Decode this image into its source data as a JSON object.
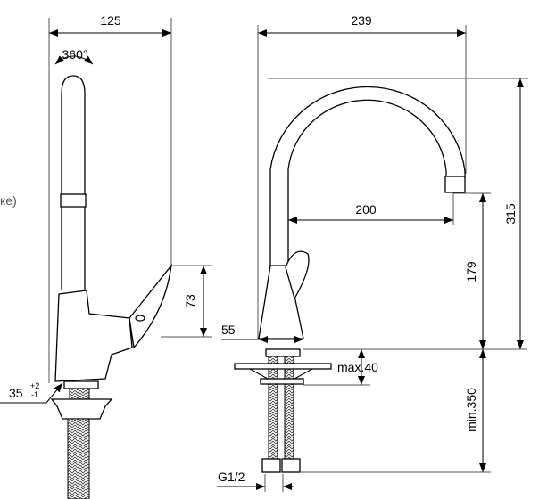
{
  "partial_caption": "ке)",
  "side_view": {
    "width_dim": "125",
    "rotation": "360°",
    "handle_height_dim": "73",
    "hole_dim": "35",
    "hole_tol_plus": "+2",
    "hole_tol_minus": "-1"
  },
  "front_view": {
    "width_dim": "239",
    "total_height_dim": "315",
    "reach_dim": "200",
    "outlet_height_dim": "179",
    "base_diameter_dim": "55",
    "deck_thickness_dim": "max.40",
    "hose_length_dim": "min.350",
    "connection_dim": "G1/2"
  }
}
